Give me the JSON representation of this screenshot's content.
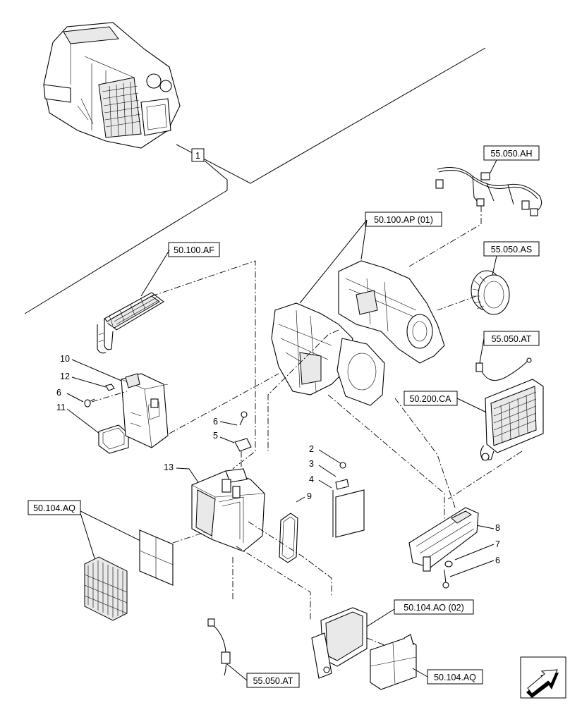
{
  "references": {
    "r_55050ah": "55.050.AH",
    "r_50100ap": "50.100.AP (01)",
    "r_55050as": "55.050.AS",
    "r_50100af": "50.100.AF",
    "r_55050at_top": "55.050.AT",
    "r_50200ca": "50.200.CA",
    "r_50104aq_left": "50.104.AQ",
    "r_50104ao": "50.104.AO (02)",
    "r_55050at_bottom": "55.050.AT",
    "r_50104aq_bottom": "50.104.AQ"
  },
  "callouts": {
    "c1": "1",
    "c10": "10",
    "c12": "12",
    "c6a": "6",
    "c11": "11",
    "c6b": "6",
    "c5": "5",
    "c13": "13",
    "c2": "2",
    "c3": "3",
    "c4": "4",
    "c9": "9",
    "c8": "8",
    "c7": "7",
    "c6c": "6"
  },
  "icons": {
    "assembly": "hvac-assembly-icon",
    "navigation": "next-page-arrow-icon"
  }
}
